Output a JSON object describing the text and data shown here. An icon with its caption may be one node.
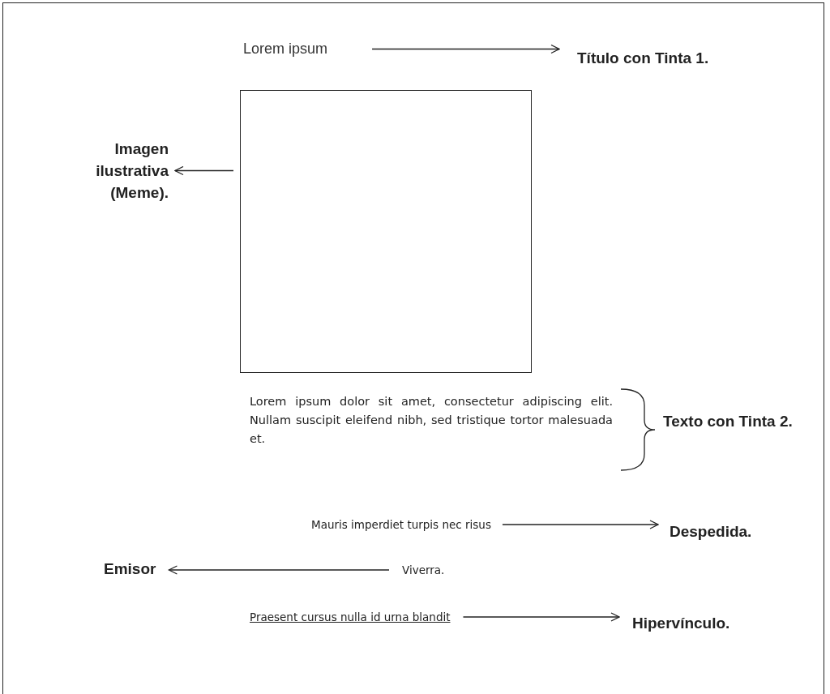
{
  "diagram": {
    "nodes": [
      {
        "text": [
          "Lorem ipsum"
        ]
      },
      {
        "text": [
          "Título con Tinta 1."
        ]
      },
      {
        "text": [],
        "shape": "box"
      },
      {
        "text": [
          "Imagen ilustrativa (Meme)."
        ]
      },
      {
        "text": [
          "Lorem ipsum dolor sit amet, consectetur adipiscing elit. Nullam suscipit eleifend nibh, sed tristique tortor malesuada et."
        ]
      },
      {
        "text": [
          "Texto con Tinta 2."
        ]
      },
      {
        "text": [
          "Mauris imperdiet turpis nec risus"
        ]
      },
      {
        "text": [
          "Despedida."
        ]
      },
      {
        "text": [
          "Emisor"
        ]
      },
      {
        "text": [
          "Viverra."
        ]
      },
      {
        "text": [
          "Praesent cursus nulla id urna blandit"
        ]
      },
      {
        "text": [
          "Hipervínculo."
        ]
      }
    ],
    "edges": [
      {
        "from": 0,
        "to": 1,
        "arrow": "to"
      },
      {
        "from": 2,
        "to": 3,
        "arrow": "to"
      },
      {
        "from": 6,
        "to": 7,
        "arrow": "to"
      },
      {
        "from": 9,
        "to": 8,
        "arrow": "to"
      },
      {
        "from": 10,
        "to": 11,
        "arrow": "to"
      }
    ]
  }
}
